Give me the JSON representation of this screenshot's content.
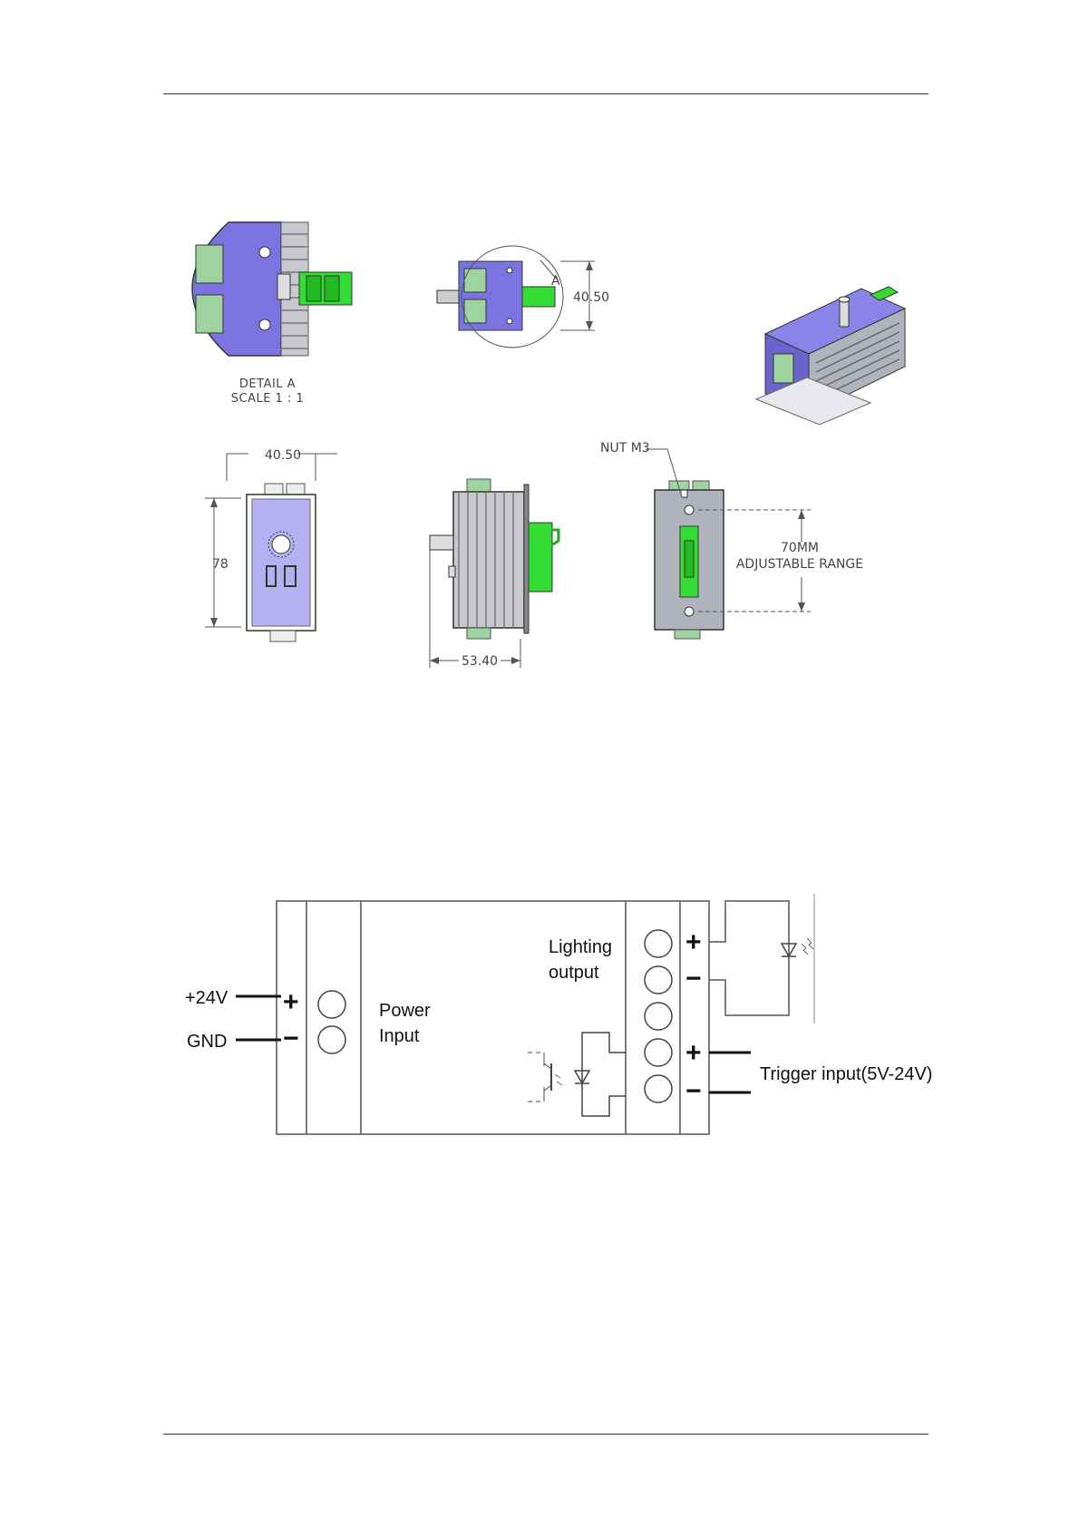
{
  "drawing": {
    "detail_caption_line1": "DETAIL A",
    "detail_caption_line2": "SCALE 1 : 1",
    "callout_a": "A",
    "dim_side_height": "40.50",
    "dim_front_width": "40.50",
    "dim_front_height": "78",
    "dim_side_depth": "53.40",
    "nut_label": "NUT M3",
    "range_line1": "70MM",
    "range_line2": "ADJUSTABLE RANGE"
  },
  "wiring": {
    "power_label_line1": "Power",
    "power_label_line2": "Input",
    "lighting_label_line1": "Lighting",
    "lighting_label_line2": "output",
    "plus_24v": "+24V",
    "gnd": "GND",
    "trigger_label": "Trigger input(5V-24V)",
    "plus_sign": "+",
    "minus_sign": "−"
  },
  "colors": {
    "housing": "#7b74e0",
    "connector": "#33dd33",
    "terminal": "#9fd39f",
    "plate": "#b0b3bc"
  }
}
